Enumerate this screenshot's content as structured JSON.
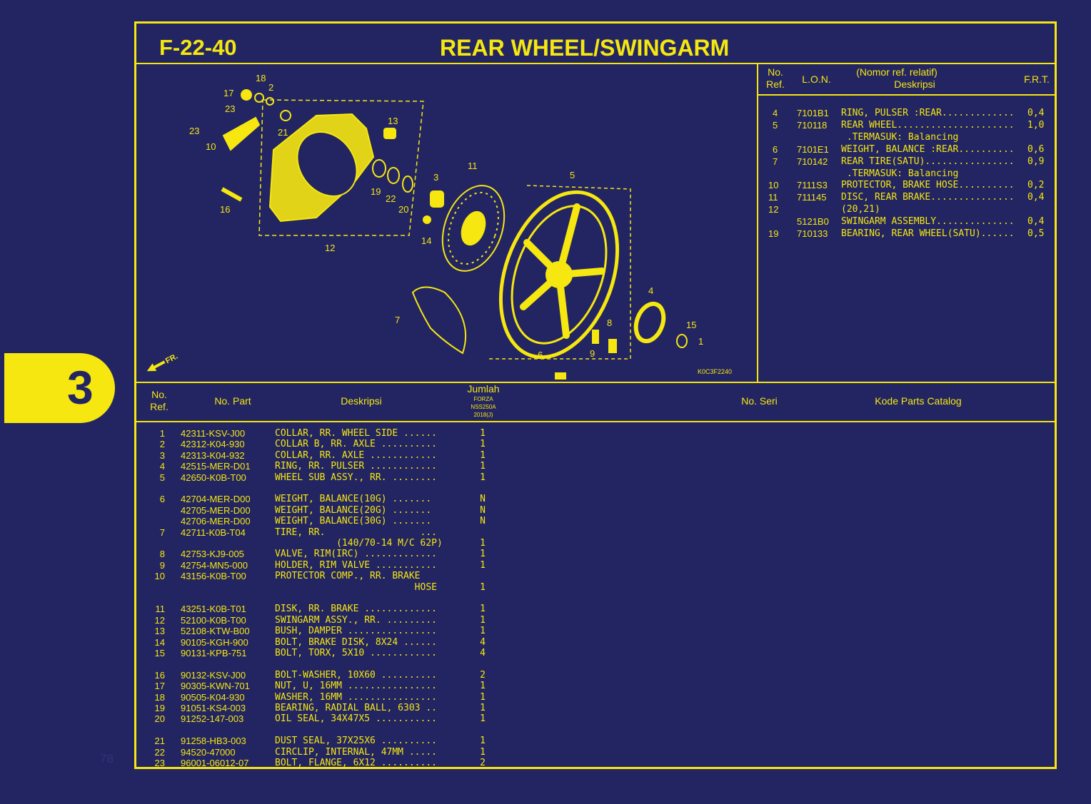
{
  "header": {
    "code": "F-22-40",
    "title": "REAR WHEEL/SWINGARM"
  },
  "section_tab": {
    "label": "3"
  },
  "page_number": "78",
  "diagram": {
    "callouts": [
      "18",
      "17",
      "2",
      "23",
      "21",
      "13",
      "23",
      "10",
      "11",
      "3",
      "5",
      "19",
      "22",
      "20",
      "16",
      "14",
      "12",
      "7",
      "4",
      "8",
      "15",
      "1",
      "6",
      "9"
    ],
    "direction_label": "FR.",
    "image_code": "K0C3F2240"
  },
  "ref_table": {
    "headers": {
      "no_ref": [
        "No.",
        "Ref."
      ],
      "lon": "L.O.N.",
      "deskripsi": [
        "(Nomor ref. relatif)",
        "Deskripsi"
      ],
      "frt": "F.R.T."
    },
    "rows": [
      {
        "ref": "4",
        "lon": "7101B1",
        "desc": "RING, PULSER :REAR.............",
        "frt": "0,4"
      },
      {
        "ref": "5",
        "lon": "710118",
        "desc": "REAR WHEEL.....................",
        "frt": "1,0"
      },
      {
        "ref": "",
        "lon": "",
        "desc": " .TERMASUK: Balancing",
        "frt": ""
      },
      {
        "ref": "6",
        "lon": "7101E1",
        "desc": "WEIGHT, BALANCE :REAR..........",
        "frt": "0,6"
      },
      {
        "ref": "7",
        "lon": "710142",
        "desc": "REAR TIRE(SATU)................",
        "frt": "0,9"
      },
      {
        "ref": "",
        "lon": "",
        "desc": " .TERMASUK: Balancing",
        "frt": ""
      },
      {
        "ref": "10",
        "lon": "7111S3",
        "desc": "PROTECTOR, BRAKE HOSE..........",
        "frt": "0,2"
      },
      {
        "ref": "11",
        "lon": "711145",
        "desc": "DISC, REAR BRAKE...............",
        "frt": "0,4"
      },
      {
        "ref": "12",
        "lon": "",
        "desc": "(20,21)",
        "frt": ""
      },
      {
        "ref": "",
        "lon": "5121B0",
        "desc": "SWINGARM ASSEMBLY..............",
        "frt": "0,4"
      },
      {
        "ref": "19",
        "lon": "710133",
        "desc": "BEARING, REAR WHEEL(SATU)......",
        "frt": "0,5"
      }
    ]
  },
  "parts_table": {
    "headers": {
      "no_ref": [
        "No.",
        "Ref."
      ],
      "no_part": "No. Part",
      "deskripsi": "Deskripsi",
      "jumlah": "Jumlah",
      "jumlah_sub": [
        "FORZA",
        "NSS250A",
        "2018(J)"
      ],
      "no_seri": "No. Seri",
      "kode": "Kode Parts Catalog"
    },
    "rows": [
      {
        "ref": "1",
        "part": "42311-KSV-J00",
        "desc": "COLLAR, RR. WHEEL SIDE ......",
        "qty": "1"
      },
      {
        "ref": "2",
        "part": "42312-K04-930",
        "desc": "COLLAR B, RR. AXLE ..........",
        "qty": "1"
      },
      {
        "ref": "3",
        "part": "42313-K04-932",
        "desc": "COLLAR, RR. AXLE ............",
        "qty": "1"
      },
      {
        "ref": "4",
        "part": "42515-MER-D01",
        "desc": "RING, RR. PULSER ............",
        "qty": "1"
      },
      {
        "ref": "5",
        "part": "42650-K0B-T00",
        "desc": "WHEEL SUB ASSY., RR. ........",
        "qty": "1"
      },
      {
        "ref": "",
        "part": "",
        "desc": "",
        "qty": ""
      },
      {
        "ref": "6",
        "part": "42704-MER-D00",
        "desc": "WEIGHT, BALANCE(10G) .......",
        "qty": "N"
      },
      {
        "ref": "",
        "part": "42705-MER-D00",
        "desc": "WEIGHT, BALANCE(20G) .......",
        "qty": "N"
      },
      {
        "ref": "",
        "part": "42706-MER-D00",
        "desc": "WEIGHT, BALANCE(30G) .......",
        "qty": "N"
      },
      {
        "ref": "7",
        "part": "42711-K0B-T04",
        "desc": "TIRE, RR.                 ...",
        "qty": ""
      },
      {
        "ref": "",
        "part": "",
        "desc": "           (140/70-14 M/C 62P)",
        "qty": "1"
      },
      {
        "ref": "8",
        "part": "42753-KJ9-005",
        "desc": "VALVE, RIM(IRC) .............",
        "qty": "1"
      },
      {
        "ref": "9",
        "part": "42754-MN5-000",
        "desc": "HOLDER, RIM VALVE ...........",
        "qty": "1"
      },
      {
        "ref": "10",
        "part": "43156-K0B-T00",
        "desc": "PROTECTOR COMP., RR. BRAKE",
        "qty": ""
      },
      {
        "ref": "",
        "part": "",
        "desc": "                         HOSE",
        "qty": "1"
      },
      {
        "ref": "",
        "part": "",
        "desc": "",
        "qty": ""
      },
      {
        "ref": "11",
        "part": "43251-K0B-T01",
        "desc": "DISK, RR. BRAKE .............",
        "qty": "1"
      },
      {
        "ref": "12",
        "part": "52100-K0B-T00",
        "desc": "SWINGARM ASSY., RR. .........",
        "qty": "1"
      },
      {
        "ref": "13",
        "part": "52108-KTW-B00",
        "desc": "BUSH, DAMPER ................",
        "qty": "1"
      },
      {
        "ref": "14",
        "part": "90105-KGH-900",
        "desc": "BOLT, BRAKE DISK, 8X24 ......",
        "qty": "4"
      },
      {
        "ref": "15",
        "part": "90131-KPB-751",
        "desc": "BOLT, TORX, 5X10 ............",
        "qty": "4"
      },
      {
        "ref": "",
        "part": "",
        "desc": "",
        "qty": ""
      },
      {
        "ref": "16",
        "part": "90132-KSV-J00",
        "desc": "BOLT-WASHER, 10X60 ..........",
        "qty": "2"
      },
      {
        "ref": "17",
        "part": "90305-KWN-701",
        "desc": "NUT, U, 16MM ................",
        "qty": "1"
      },
      {
        "ref": "18",
        "part": "90505-K04-930",
        "desc": "WASHER, 16MM ................",
        "qty": "1"
      },
      {
        "ref": "19",
        "part": "91051-KS4-003",
        "desc": "BEARING, RADIAL BALL, 6303 ..",
        "qty": "1"
      },
      {
        "ref": "20",
        "part": "91252-147-003",
        "desc": "OIL SEAL, 34X47X5 ...........",
        "qty": "1"
      },
      {
        "ref": "",
        "part": "",
        "desc": "",
        "qty": ""
      },
      {
        "ref": "21",
        "part": "91258-HB3-003",
        "desc": "DUST SEAL, 37X25X6 ..........",
        "qty": "1"
      },
      {
        "ref": "22",
        "part": "94520-47000",
        "desc": "CIRCLIP, INTERNAL, 47MM .....",
        "qty": "1"
      },
      {
        "ref": "23",
        "part": "96001-06012-07",
        "desc": "BOLT, FLANGE, 6X12 ..........",
        "qty": "2"
      }
    ]
  },
  "colors": {
    "background": "#232563",
    "accent": "#f5e70f",
    "page_number": "#2f3275"
  }
}
